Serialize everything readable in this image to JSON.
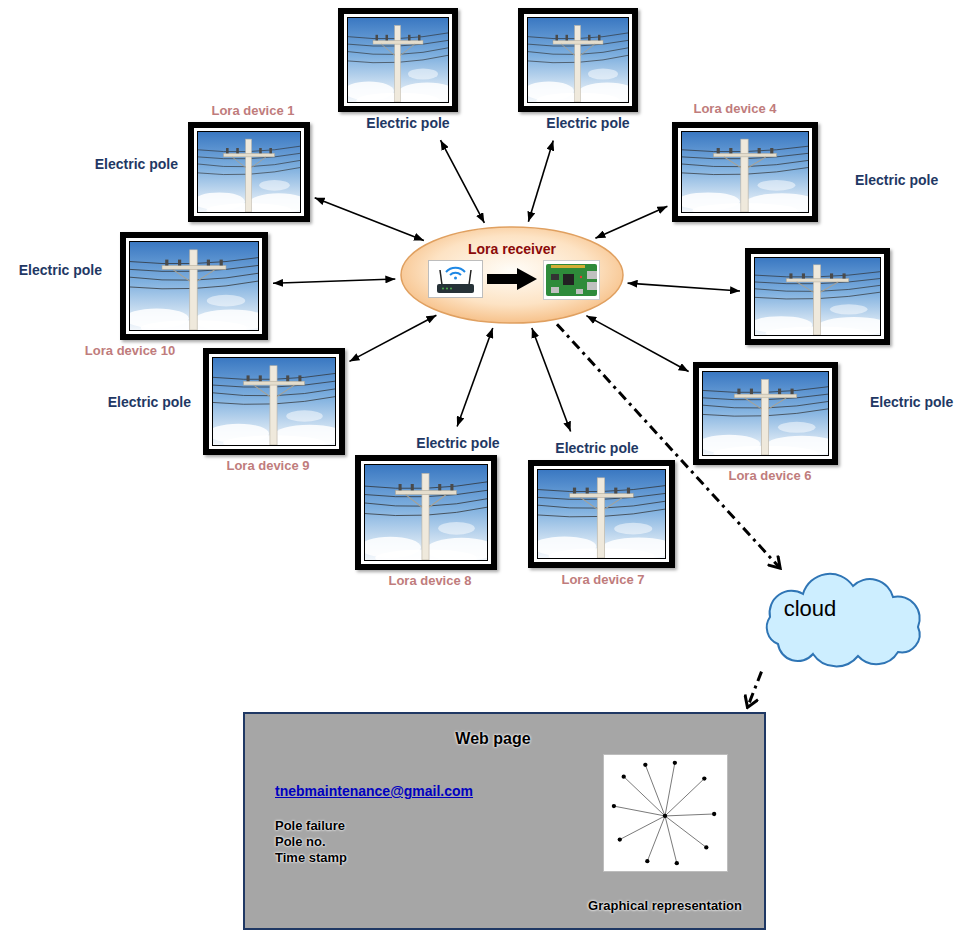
{
  "diagram": {
    "nodes": [
      {
        "text": [
          "Electric pole"
        ]
      },
      {
        "text": [
          "Electric pole"
        ]
      },
      {
        "text": [
          "Lora device 1",
          "Electric pole"
        ]
      },
      {
        "text": [
          "Lora device 4",
          "Electric pole"
        ]
      },
      {
        "text": [
          "Electric pole",
          "Lora device 10"
        ]
      },
      {
        "text": [
          "Lora receiver"
        ]
      },
      {
        "text": []
      },
      {
        "text": [
          "Electric pole",
          "Lora device 9"
        ]
      },
      {
        "text": [
          "Electric pole",
          "Lora device 6"
        ]
      },
      {
        "text": [
          "Electric pole",
          "Lora device 8"
        ]
      },
      {
        "text": [
          "Electric pole",
          "Lora device 7"
        ]
      },
      {
        "text": [
          "cloud"
        ]
      },
      {
        "text": [
          "Web page",
          "tnebmaintenance@gmail.com",
          "Pole failure",
          "Pole no.",
          "Time stamp"
        ]
      },
      {
        "text": [
          "Graphical representation"
        ],
        "in": 12
      }
    ],
    "edges": [
      {
        "from": 5,
        "to": 0,
        "arrow": "both"
      },
      {
        "from": 5,
        "to": 1,
        "arrow": "both"
      },
      {
        "from": 5,
        "to": 2,
        "arrow": "both"
      },
      {
        "from": 5,
        "to": 3,
        "arrow": "both"
      },
      {
        "from": 5,
        "to": 4,
        "arrow": "both"
      },
      {
        "from": 5,
        "to": 6,
        "arrow": "both"
      },
      {
        "from": 5,
        "to": 7,
        "arrow": "both"
      },
      {
        "from": 5,
        "to": 8,
        "arrow": "both"
      },
      {
        "from": 5,
        "to": 9,
        "arrow": "both"
      },
      {
        "from": 5,
        "to": 10,
        "arrow": "both"
      },
      {
        "from": 5,
        "to": 11,
        "arrow": "to"
      },
      {
        "from": 11,
        "to": 12,
        "arrow": "to"
      }
    ]
  }
}
